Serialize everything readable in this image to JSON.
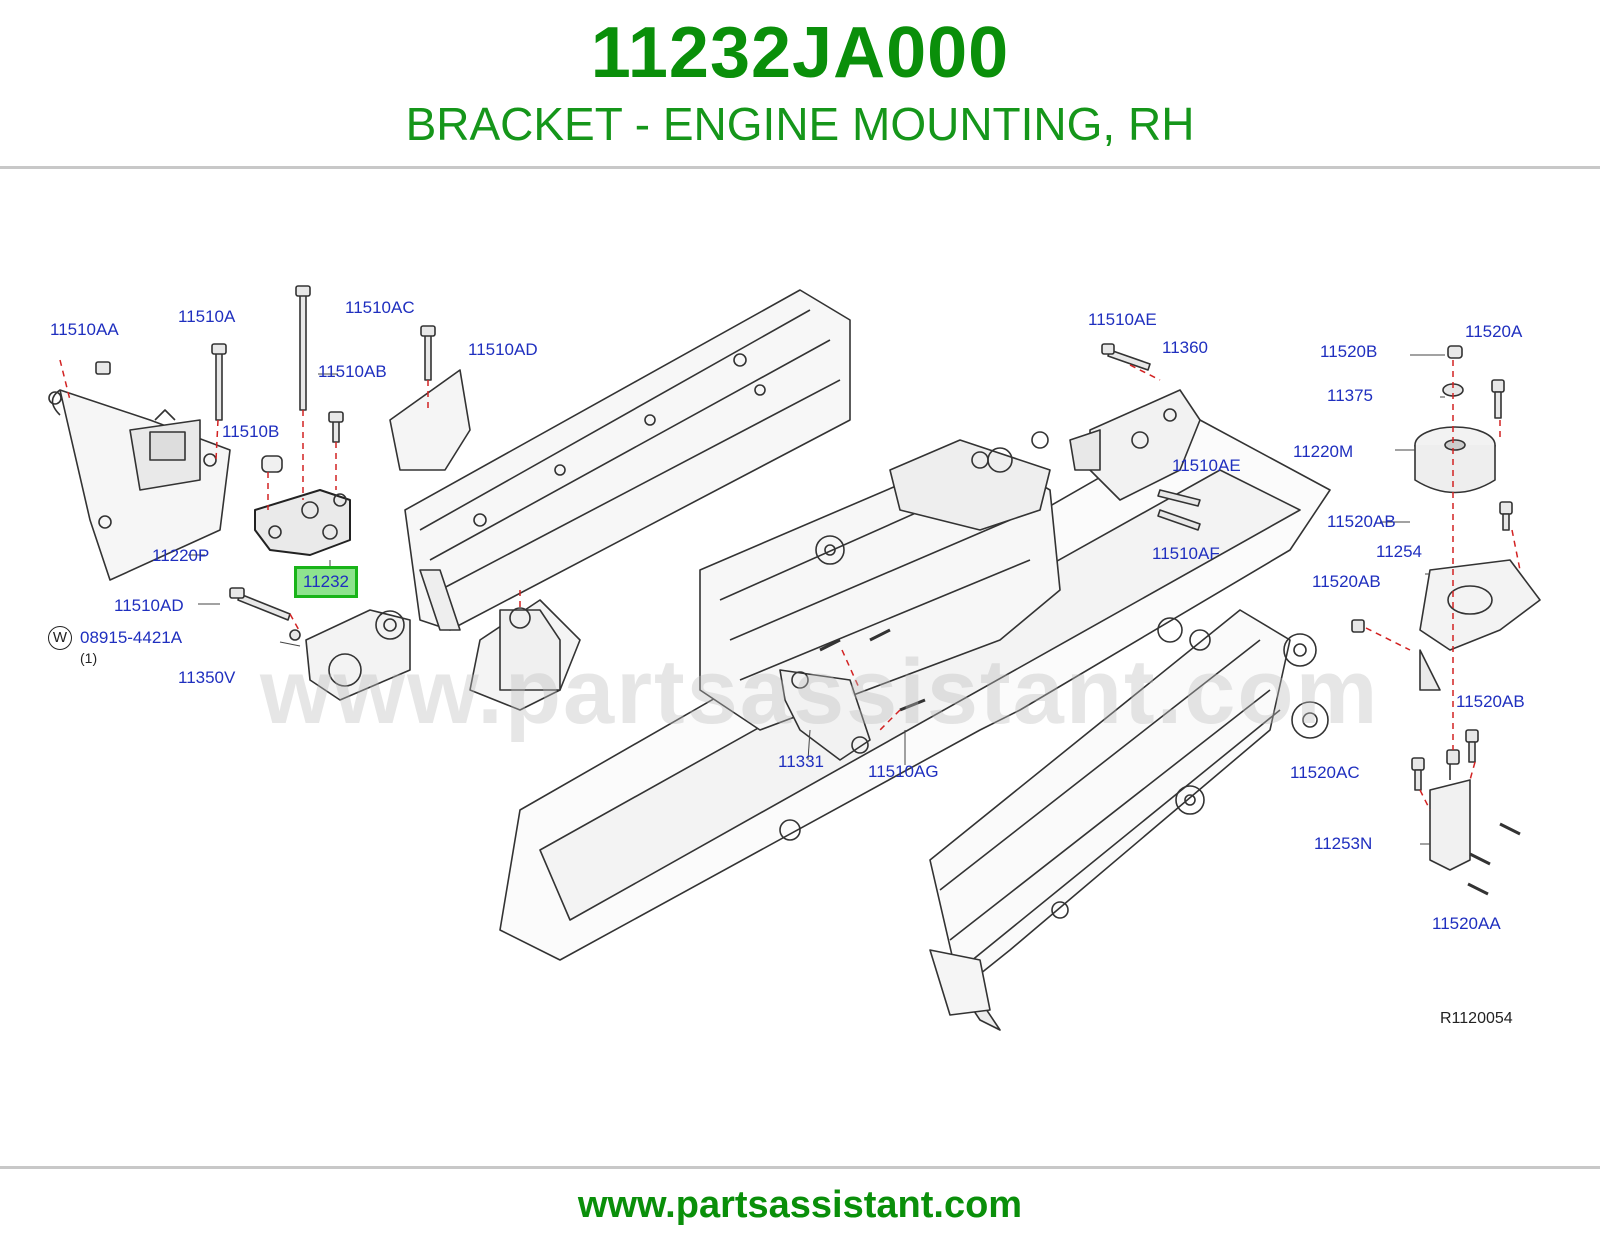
{
  "header": {
    "part_number": "11232JA000",
    "description": "BRACKET - ENGINE MOUNTING, RH"
  },
  "diagram": {
    "watermark": "www.partsassistant.com",
    "ref_code": "R1120054",
    "highlighted": "11232",
    "w_symbol": "W",
    "quantity_note": "(1)",
    "callouts": [
      "11510AA",
      "11510A",
      "11510AC",
      "11510AB",
      "11510AD",
      "11510B",
      "11220P",
      "11232",
      "11510AD",
      "08915-4421A",
      "11350V",
      "11510AE",
      "11360",
      "11510AE",
      "11510AF",
      "11520B",
      "11520A",
      "11375",
      "11220M",
      "11520AB",
      "11254",
      "11520AB",
      "11520AB",
      "11520AC",
      "11253N",
      "11520AA",
      "11331",
      "11510AG"
    ]
  },
  "footer": {
    "url": "www.partsassistant.com"
  },
  "colors": {
    "title_green": "#0a8f0a",
    "callout_blue": "#1f2fbf",
    "highlight_fill": "#8ee38e",
    "highlight_border": "#19b419",
    "leader_red": "#d22222"
  }
}
